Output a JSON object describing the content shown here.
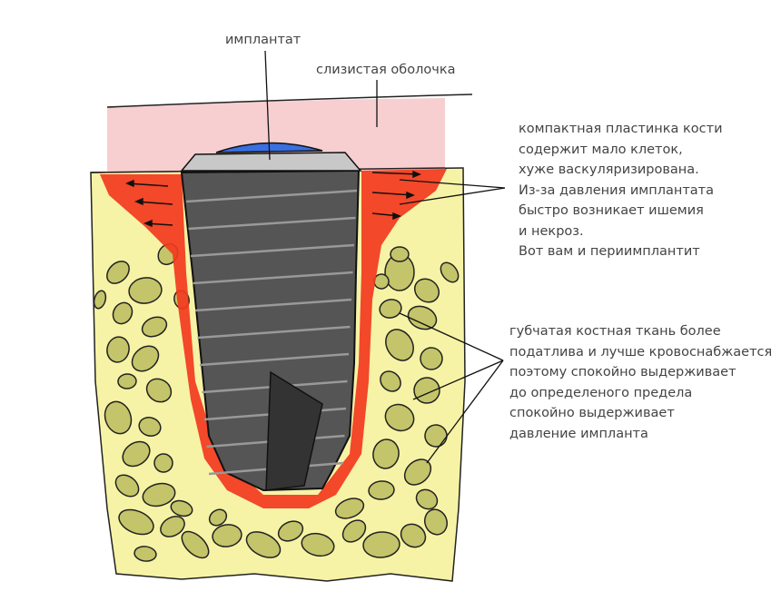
{
  "labels": {
    "implant": "имплантат",
    "mucosa": "слизистая оболочка"
  },
  "compact_bone_note": [
    "компактная пластинка кости",
    "содержит мало клеток,",
    "хуже васкуляризирована.",
    "Из-за давления имплантата",
    "быстро возникает ишемия",
    "и некроз.",
    "Вот вам и периимплантит"
  ],
  "spongy_bone_note": [
    "губчатая костная ткань более",
    "податлива и лучше кровоснабжается",
    "поэтому спокойно выдерживает",
    "до определеного предела",
    "спокойно выдерживает",
    "давление импланта"
  ],
  "colors": {
    "mucosa": "#f7cfd0",
    "bone": "#f7f3a6",
    "necrosis": "#f23a1e",
    "implant": "#555555",
    "cap": "#c8c8c8",
    "cap_top": "#3a6fe0",
    "trabecula": "#c4c46a"
  }
}
